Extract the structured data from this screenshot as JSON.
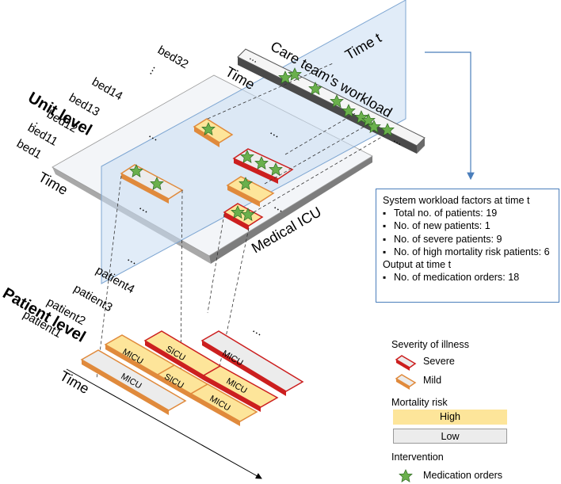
{
  "unit_level": {
    "title": "Unit level",
    "beds": [
      "bed1",
      "bed11",
      "bed12",
      "bed13",
      "bed14",
      "bed32"
    ],
    "ellipsis": "...",
    "time_label": "Time",
    "unit_name": "Medical ICU"
  },
  "time_plane": {
    "time_t_label": "Time t",
    "workload_label": "Care team's workload",
    "workload_time_label": "Time"
  },
  "patient_level": {
    "title": "Patient level",
    "patients": [
      "patient1",
      "patient2",
      "patient3",
      "patient4"
    ],
    "time_label": "Time",
    "units": {
      "micu": "MICU",
      "sicu": "SICU"
    }
  },
  "workload_box": {
    "title": "System workload factors at time t",
    "factors": [
      "Total no. of patients: 19",
      "No. of new patients: 1",
      "No. of severe patients: 9",
      "No. of high mortality risk patients: 6"
    ],
    "output_title": "Output at time t",
    "outputs": [
      "No. of medication orders: 18"
    ]
  },
  "legend": {
    "severity_title": "Severity of illness",
    "severe": "Severe",
    "mild": "Mild",
    "mortality_title": "Mortality risk",
    "high": "High",
    "low": "Low",
    "intervention_title": "Intervention",
    "medication": "Medication orders"
  },
  "colors": {
    "severe_border": "#cc1f1f",
    "mild_border": "#e08a3c",
    "high_fill": "#fde59a",
    "low_fill": "#ececec",
    "plane_blue": "#c8dcf2",
    "star_green": "#6ab04c",
    "arrow_blue": "#4a7ebb"
  }
}
